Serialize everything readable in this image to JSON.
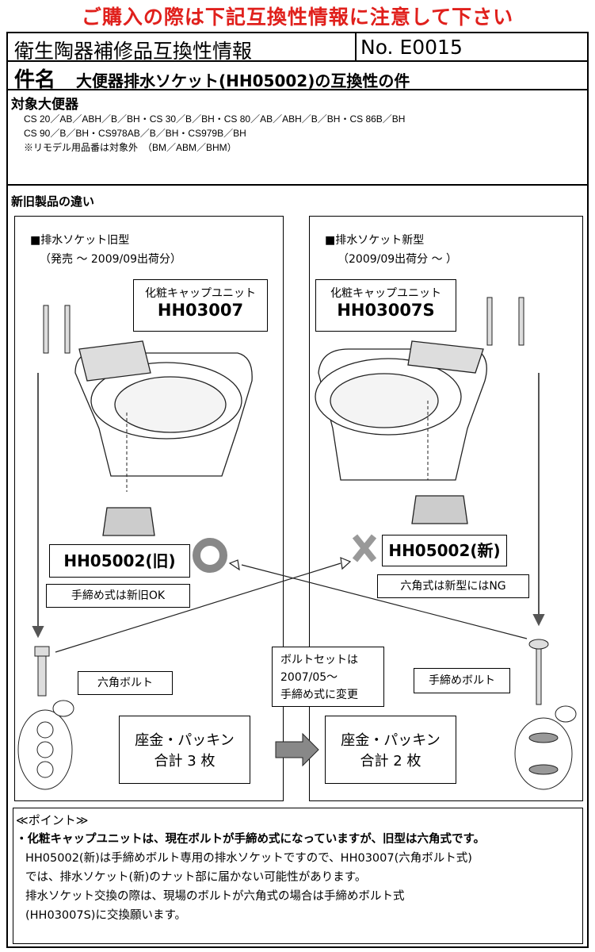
{
  "warning": "ご購入の際は下記互換性情報に注意して下さい",
  "header": {
    "title": "衛生陶器補修品互換性情報",
    "number": "No. E0015"
  },
  "subject": {
    "label": "件名",
    "title": "大便器排水ソケット(HH05002)の互換性の件"
  },
  "target": {
    "heading": "対象大便器",
    "lines": [
      "CS 20／AB／ABH／B／BH・CS 30／B／BH・CS 80／AB／ABH／B／BH・CS 86B／BH",
      "CS 90／B／BH・CS978AB／B／BH・CS979B／BH",
      "※リモデル用品番は対象外　（BM／ABM／BHM）"
    ]
  },
  "diff": {
    "heading": "新旧製品の違い",
    "old": {
      "title": "■排水ソケット旧型",
      "period": "（発売 ～ 2009/09出荷分）",
      "cap_label": "化粧キャップユニット",
      "cap_code": "HH03007",
      "socket": "HH05002(旧)",
      "note": "手締め式は新旧OK",
      "bolt": "六角ボルト",
      "washer_line1": "座金・パッキン",
      "washer_line2": "合計 3 枚"
    },
    "new": {
      "title": "■排水ソケット新型",
      "period": "（2009/09出荷分 ～ ）",
      "cap_label": "化粧キャップユニット",
      "cap_code": "HH03007S",
      "socket": "HH05002(新)",
      "note": "六角式は新型にはNG",
      "bolt": "手締めボルト",
      "washer_line1": "座金・パッキン",
      "washer_line2": "合計 2 枚"
    },
    "boltset": [
      "ボルトセットは",
      "2007/05～",
      "手締め式に変更"
    ]
  },
  "points": {
    "heading": "≪ポイント≫",
    "lines": [
      "・化粧キャップユニットは、現在ボルトが手締め式になっていますが、旧型は六角式です。",
      "HH05002(新)は手締めボルト専用の排水ソケットですので、HH03007(六角ボルト式)",
      "では、排水ソケット(新)のナット部に届かない可能性があります。",
      "排水ソケット交換の際は、現場のボルトが六角式の場合は手締めボルト式",
      "(HH03007S)に交換願います。"
    ]
  }
}
